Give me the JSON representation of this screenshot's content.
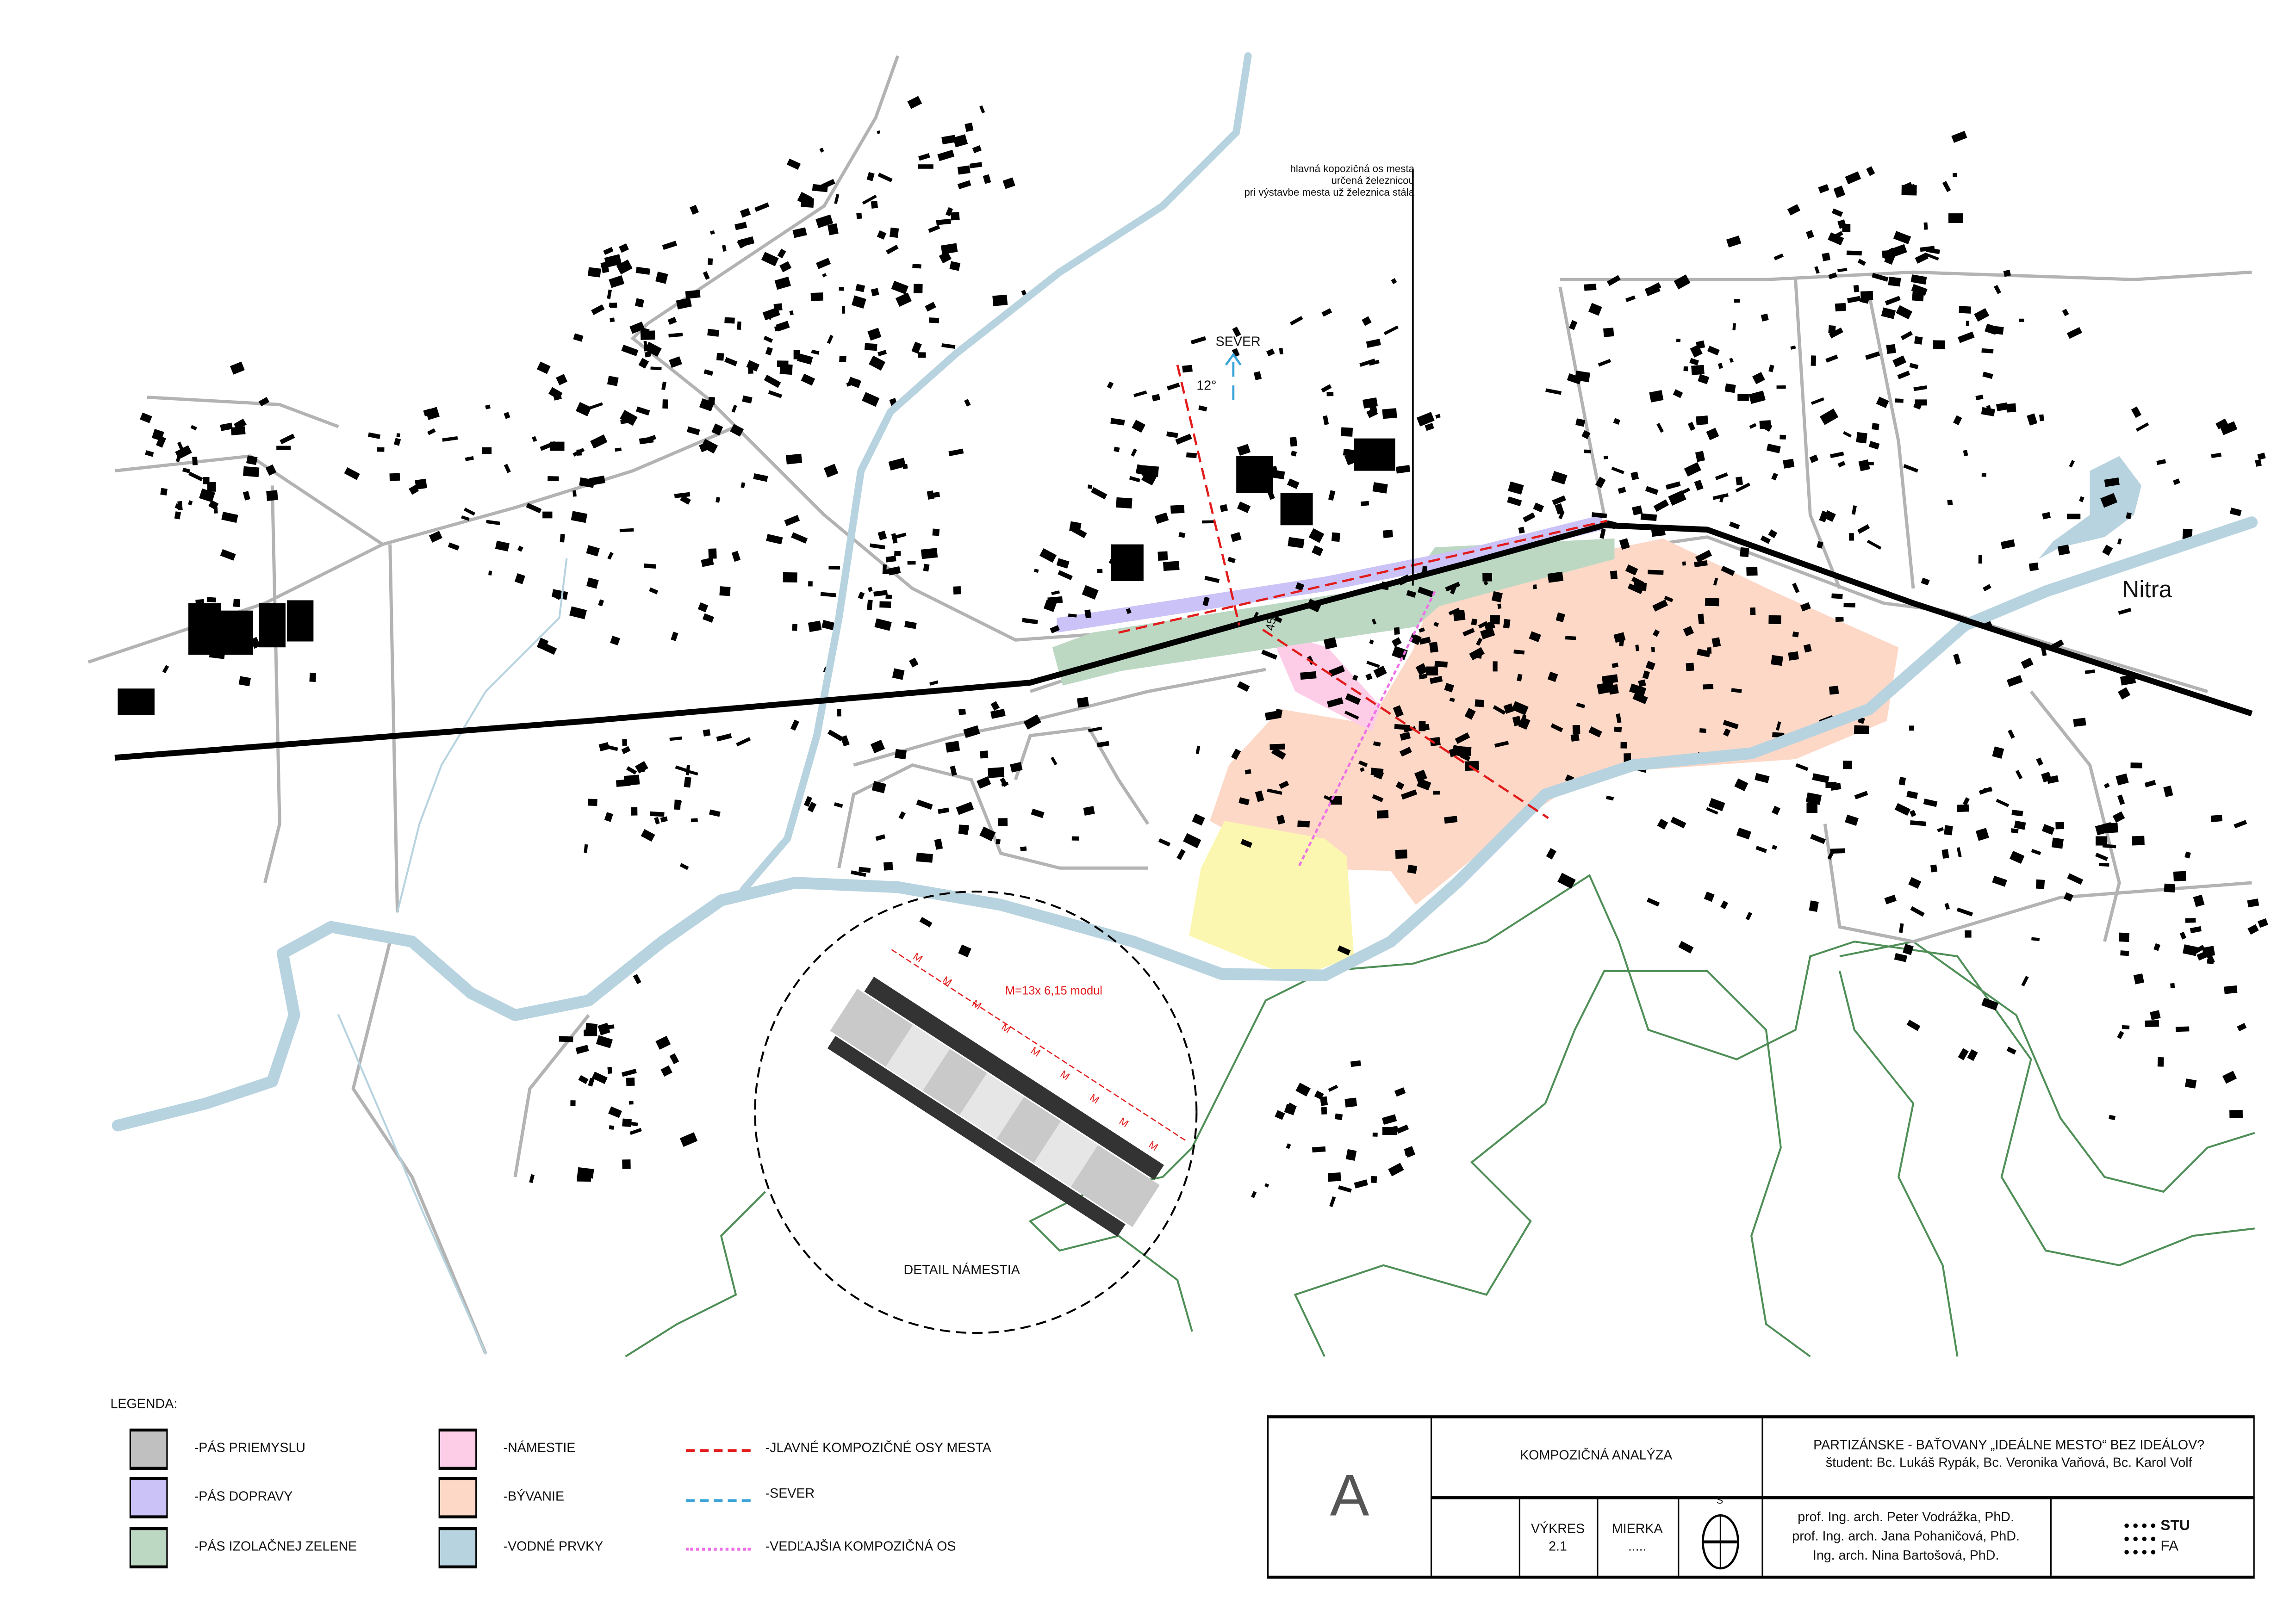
{
  "map": {
    "annotation": [
      "hlavná kopozičná os mesta",
      "určená železnicou",
      "pri výstavbe mesta už železnica stála"
    ],
    "north_label": "SEVER",
    "north_angle_label": "12°",
    "axis_angle_label": "45°",
    "city_label": "Nitra",
    "detail_title": "DETAIL NÁMESTIA",
    "module_note": "M=13x 6,15 modul",
    "module_mark": "M",
    "colors": {
      "river": "#b7d3df",
      "rail": "#000000",
      "road": "#b3b3b3",
      "industry": "#c0c0c0",
      "transport": "#cbc3f7",
      "green_belt": "#bcd8c3",
      "square": "#fdcde8",
      "housing": "#fdd8c7",
      "yellow_zone": "#fbf7b0",
      "contour": "#4f8f57",
      "main_axis": "#e21b1b",
      "north": "#3aa3d8",
      "secondary_axis": "#ee6fe6"
    }
  },
  "legend": {
    "title": "LEGENDA:",
    "areas": [
      {
        "label": "-PÁS PRIEMYSLU",
        "color": "#c0c0c0"
      },
      {
        "label": "-PÁS DOPRAVY",
        "color": "#cbc3f7"
      },
      {
        "label": "-PÁS IZOLAČNEJ ZELENE",
        "color": "#bcd8c3"
      },
      {
        "label": "-NÁMESTIE",
        "color": "#fdcde8"
      },
      {
        "label": "-BÝVANIE",
        "color": "#fdd8c7"
      },
      {
        "label": "-VODNÉ PRVKY",
        "color": "#b7d3df"
      }
    ],
    "lines": [
      {
        "label": "-JLAVNÉ KOMPOZIČNÉ OSY MESTA",
        "color": "#e21b1b"
      },
      {
        "label": "-SEVER",
        "color": "#3aa3d8"
      },
      {
        "label": "-VEDĽAJŠIA KOMPOZIČNÁ OS",
        "color": "#ee6fe6"
      }
    ]
  },
  "title_block": {
    "letter": "A",
    "drawing_name": "KOMPOZIČNÁ ANALÝZA",
    "project": "PARTIZÁNSKE - BAŤOVANY „IDEÁLNE MESTO“ BEZ IDEÁLOV?",
    "students": "študent: Bc. Lukáš Rypák, Bc. Veronika Vaňová, Bc. Karol Volf",
    "sheet_label": "VÝKRES",
    "sheet_number": "2.1",
    "scale_label": "MIERKA",
    "scale_value": ".....",
    "north_symbol_label": "S",
    "supervisors": [
      "prof. Ing. arch. Peter Vodrážka, PhD.",
      "prof. Ing. arch. Jana Pohaničová, PhD.",
      "Ing. arch. Nina Bartošová, PhD."
    ],
    "logo_top": "STU",
    "logo_bottom": "FA"
  }
}
